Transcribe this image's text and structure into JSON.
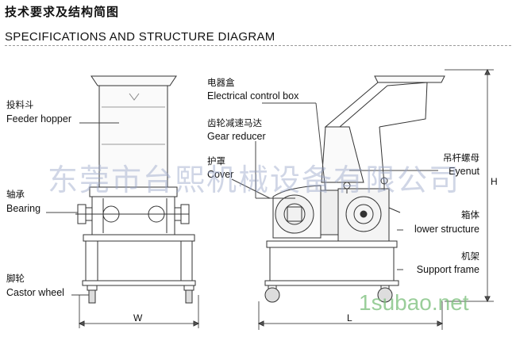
{
  "header": {
    "title_zh": "技术要求及结构简图",
    "title_en": "SPECIFICATIONS AND STRUCTURE DIAGRAM"
  },
  "left_labels": [
    {
      "zh": "投料斗",
      "en": "Feeder hopper"
    },
    {
      "zh": "轴承",
      "en": "Bearing"
    },
    {
      "zh": "脚轮",
      "en": "Castor wheel"
    }
  ],
  "mid_labels": [
    {
      "zh": "电器盒",
      "en": "Electrical control box"
    },
    {
      "zh": "齿轮减速马达",
      "en": "Gear reducer"
    },
    {
      "zh": "护罩",
      "en": "Cover"
    }
  ],
  "right_labels": [
    {
      "zh": "吊杆螺母",
      "en": "Eyenut"
    },
    {
      "zh": "箱体",
      "en": "lower structure"
    },
    {
      "zh": "机架",
      "en": "Support frame"
    }
  ],
  "dimensions": {
    "width": "W",
    "length": "L",
    "height": "H"
  },
  "watermarks": {
    "company": "东莞市台熙机械设备有限公司",
    "site": "1subao.net"
  }
}
